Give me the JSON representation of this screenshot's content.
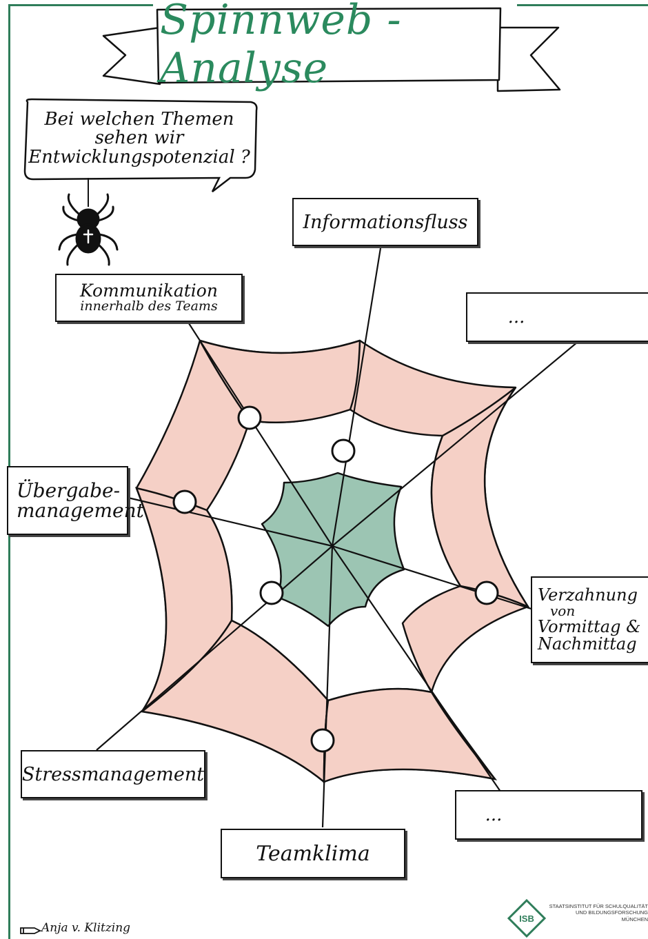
{
  "title": "Spinnweb - Analyse",
  "question": {
    "line1": "Bei welchen Themen",
    "line2": "sehen wir",
    "line3": "Entwicklungspotenzial ?"
  },
  "topics": {
    "informationsfluss": "Informationsfluss",
    "kommunikation_line1": "Kommunikation",
    "kommunikation_line2": "innerhalb des Teams",
    "ellipsis_top": "...",
    "uebergabe_line1": "Übergabe-",
    "uebergabe_line2": "management",
    "verzahnung_line1": "Verzahnung",
    "verzahnung_line2": "von",
    "verzahnung_line3": "Vormittag &",
    "verzahnung_line4": "Nachmittag",
    "stressmanagement": "Stressmanagement",
    "ellipsis_bottom": "...",
    "teamklima": "Teamklima"
  },
  "author": "Anja v. Klitzing",
  "logo": {
    "abbr": "ISB",
    "line1": "STAATSINSTITUT FÜR SCHULQUALITÄT",
    "line2": "UND BILDUNGSFORSCHUNG",
    "line3": "MÜNCHEN"
  },
  "colors": {
    "accent_green": "#2b8a5e",
    "center_green": "#9cc5b3",
    "outer_pink": "#f5d0c6",
    "frame_green": "#2f7d5a"
  },
  "icons": [
    "spider-icon",
    "pencil-icon"
  ]
}
